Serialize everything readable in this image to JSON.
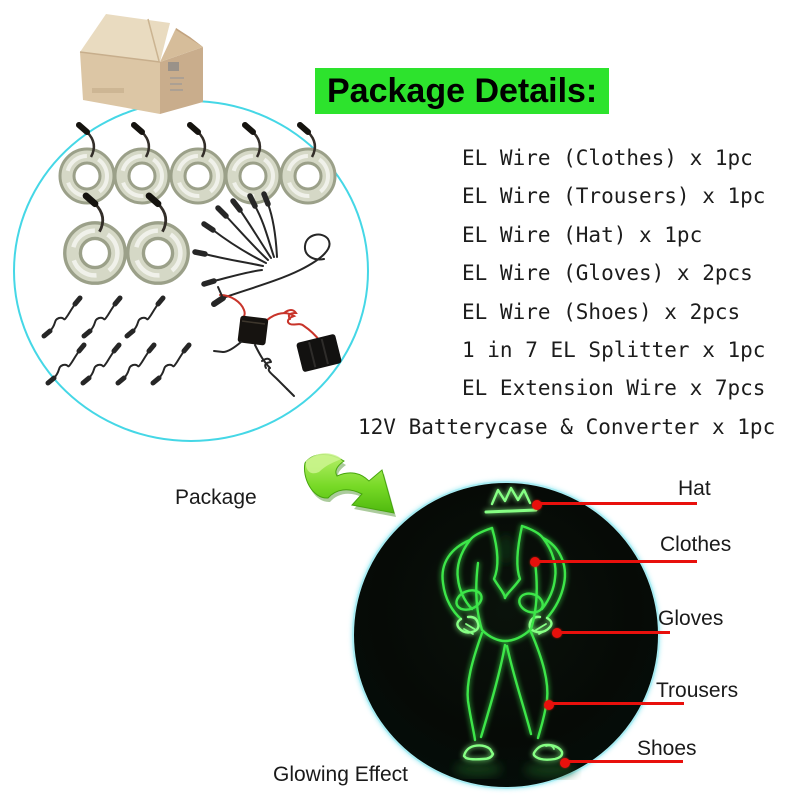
{
  "title": {
    "text": "Package Details:"
  },
  "package_list": {
    "items": [
      "EL Wire (Clothes) x 1pc",
      "EL Wire (Trousers) x 1pc",
      "EL Wire (Hat) x 1pc",
      "EL Wire (Gloves) x 2pcs",
      "EL Wire (Shoes) x 2pcs",
      "1 in 7 EL Splitter x 1pc",
      "EL Extension Wire x 7pcs",
      "12V Batterycase & Converter x 1pc"
    ]
  },
  "labels": {
    "package": "Package",
    "glowing_effect": "Glowing Effect"
  },
  "callouts": [
    {
      "label": "Hat"
    },
    {
      "label": "Clothes"
    },
    {
      "label": "Gloves"
    },
    {
      "label": "Trousers"
    },
    {
      "label": "Shoes"
    }
  ],
  "colors": {
    "accent_green": "#2de32d",
    "callout_red": "#e8100c",
    "circle_cyan": "#45d7e6",
    "figure_green": "#3ce64a",
    "arrow_green": "#6fd51f",
    "cardboard_tan": "#dcc6a5",
    "text_black": "#111111"
  },
  "icons": {
    "box": "cardboard-box-icon",
    "coil": "el-wire-coil-icon",
    "splitter": "el-splitter-icon",
    "extension": "extension-wire-icon",
    "battery": "battery-converter-icon",
    "arrow": "curved-arrow-icon",
    "figure": "glowing-suit-figure-icon"
  }
}
